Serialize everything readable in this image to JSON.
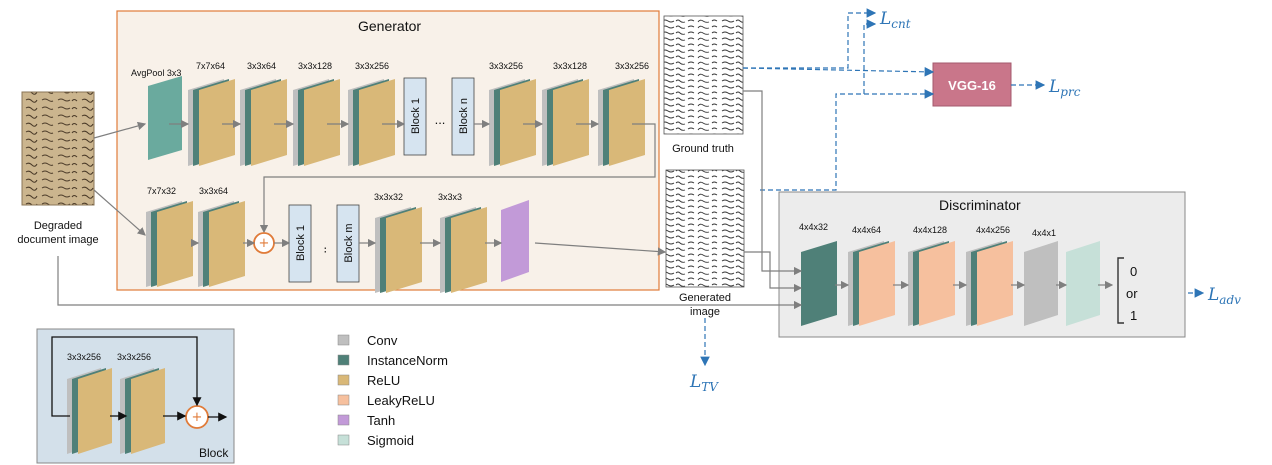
{
  "generator": {
    "title": "Generator",
    "top_row_labels": [
      "AvgPool 3x3",
      "7x7x64",
      "3x3x64",
      "3x3x128",
      "3x3x256",
      "3x3x256",
      "3x3x128",
      "3x3x256"
    ],
    "block1": "Block 1",
    "dots": "...",
    "blockn": "Block n",
    "bottom_row_labels": [
      "7x7x32",
      "3x3x64",
      "3x3x32",
      "3x3x3"
    ],
    "bottom_block1": "Block 1",
    "bottom_dots": "..",
    "bottom_blockm": "Block m"
  },
  "input": {
    "label_line1": "Degraded",
    "label_line2": "document image"
  },
  "ground_truth": {
    "label": "Ground truth"
  },
  "generated": {
    "label_line1": "Generated",
    "label_line2": "image"
  },
  "vgg": {
    "label": "VGG-16",
    "color": "#c9768a"
  },
  "losses": {
    "cnt": {
      "main": "L",
      "sub": "cnt"
    },
    "prc": {
      "main": "L",
      "sub": "prc"
    },
    "tv": {
      "main": "L",
      "sub": "TV"
    },
    "adv": {
      "main": "L",
      "sub": "adv"
    }
  },
  "discriminator": {
    "title": "Discriminator",
    "layer_labels": [
      "4x4x32",
      "4x4x64",
      "4x4x128",
      "4x4x256",
      "4x4x1"
    ],
    "output": [
      "0",
      "or",
      "1"
    ]
  },
  "block_detail": {
    "labels": [
      "3x3x256",
      "3x3x256"
    ],
    "title": "Block"
  },
  "legend": [
    {
      "label": "Conv",
      "color": "#bfbfbf"
    },
    {
      "label": "InstanceNorm",
      "color": "#4f8078"
    },
    {
      "label": "ReLU",
      "color": "#d9b878"
    },
    {
      "label": "LeakyReLU",
      "color": "#f6c09e"
    },
    {
      "label": "Tanh",
      "color": "#c29ad8"
    },
    {
      "label": "Sigmoid",
      "color": "#c6e0d8"
    }
  ],
  "colors": {
    "generator_bg": "#f8f1e9",
    "generator_border": "#e07b39",
    "discriminator_bg": "#ececec",
    "block_bg": "#d3e0ea",
    "block_box": "#d6e4f0",
    "arrow": "#7f7f7f",
    "loss_arrow": "#2e75b6",
    "avgpool": "#6aaa9e",
    "plus": "#e07b39"
  }
}
